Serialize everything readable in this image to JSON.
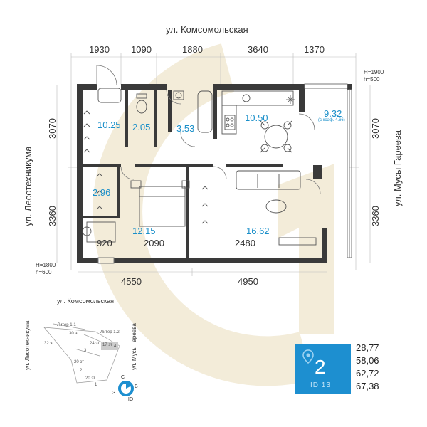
{
  "streets": {
    "top": "ул. Комсомольская",
    "left": "ул. Лесотехникума",
    "right": "ул. Мусы Гареева"
  },
  "dimensions": {
    "top": [
      "1930",
      "1090",
      "1880",
      "3640",
      "1370"
    ],
    "left": [
      "3070",
      "3360"
    ],
    "right": [
      "3070",
      "3360"
    ],
    "bottom": [
      "4550",
      "4950"
    ],
    "inner": [
      "920",
      "2090",
      "2480"
    ]
  },
  "window_heights": {
    "top_right": [
      "H=1900",
      "h=500"
    ],
    "bottom_left": [
      "H=1800",
      "h=600"
    ]
  },
  "rooms": [
    {
      "id": "r1",
      "area": "10.25"
    },
    {
      "id": "r2",
      "area": "2.05"
    },
    {
      "id": "r3",
      "area": "3.53"
    },
    {
      "id": "r4",
      "area": "10.50"
    },
    {
      "id": "r5",
      "area": "9.32",
      "note": "(с коэф. 4.66)"
    },
    {
      "id": "r6",
      "area": "2.96"
    },
    {
      "id": "r7",
      "area": "12.15"
    },
    {
      "id": "r8",
      "area": "16.62"
    }
  ],
  "site_plan": {
    "street_top": "ул. Комсомольская",
    "street_left": "ул. Лесотехникума",
    "street_right": "ул. Мусы Гареева",
    "labels": [
      "Литер 1.1",
      "Литер 1.2",
      "30 эт",
      "32 эт",
      "24 эт",
      "20 эт",
      "20 эт",
      "17 эт",
      "1",
      "2",
      "3",
      "4"
    ],
    "compass": {
      "n": "С",
      "e": "В",
      "s": "Ю",
      "w": "З"
    }
  },
  "badge": {
    "rooms_count": "2",
    "id_text": "ID 13",
    "color": "#1d8fd0"
  },
  "stats": [
    "28,77",
    "58,06",
    "62,72",
    "67,38"
  ],
  "colors": {
    "wall": "#3a3a3a",
    "accent": "#1a8fc9",
    "watermark": "#f1ead8"
  }
}
